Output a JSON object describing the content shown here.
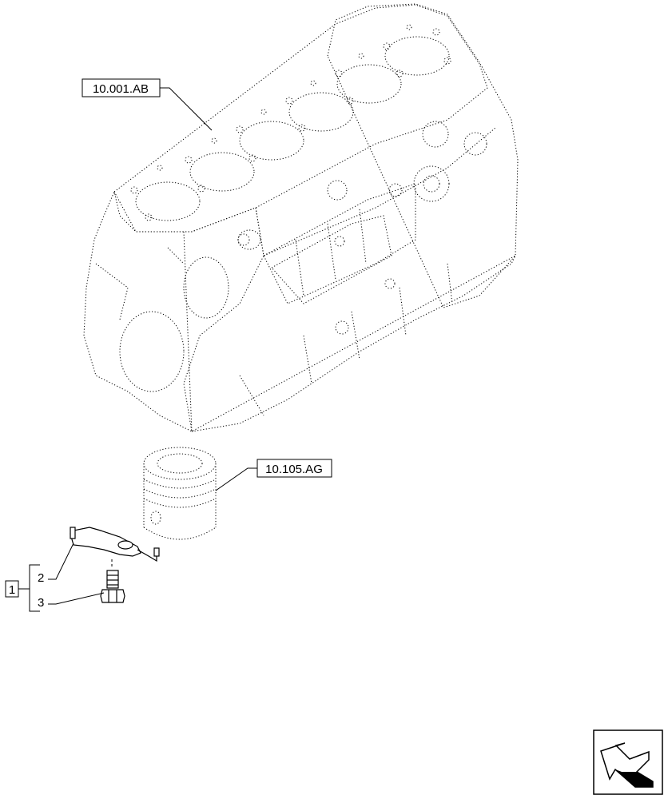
{
  "callouts": {
    "block_ref": "10.001.AB",
    "piston_ref": "10.105.AG"
  },
  "group": {
    "group_number": "1",
    "items": [
      {
        "number": "2"
      },
      {
        "number": "3"
      }
    ]
  },
  "nav": {
    "icon": "arrow-down-left-icon"
  }
}
